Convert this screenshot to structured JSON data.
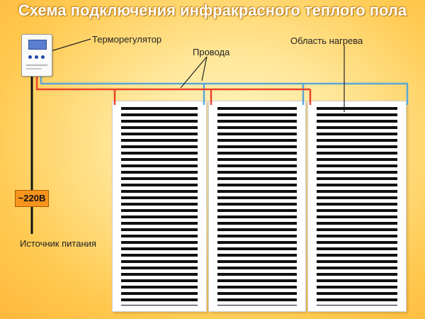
{
  "title": "Схема подключения инфракрасного теплого пола",
  "labels": {
    "thermostat": "Терморегулятор",
    "wires": "Провода",
    "heating_area": "Область нагрева",
    "voltage": "~220В",
    "power_source": "Источник питания"
  },
  "colors": {
    "background": "#ffd766",
    "red_wire": "#e8432a",
    "blue_wire": "#5aa7d8",
    "power_wire": "#111111",
    "voltage_box": "#f7941d",
    "film_stripes": "#111111"
  },
  "heating_panel_count": 3
}
